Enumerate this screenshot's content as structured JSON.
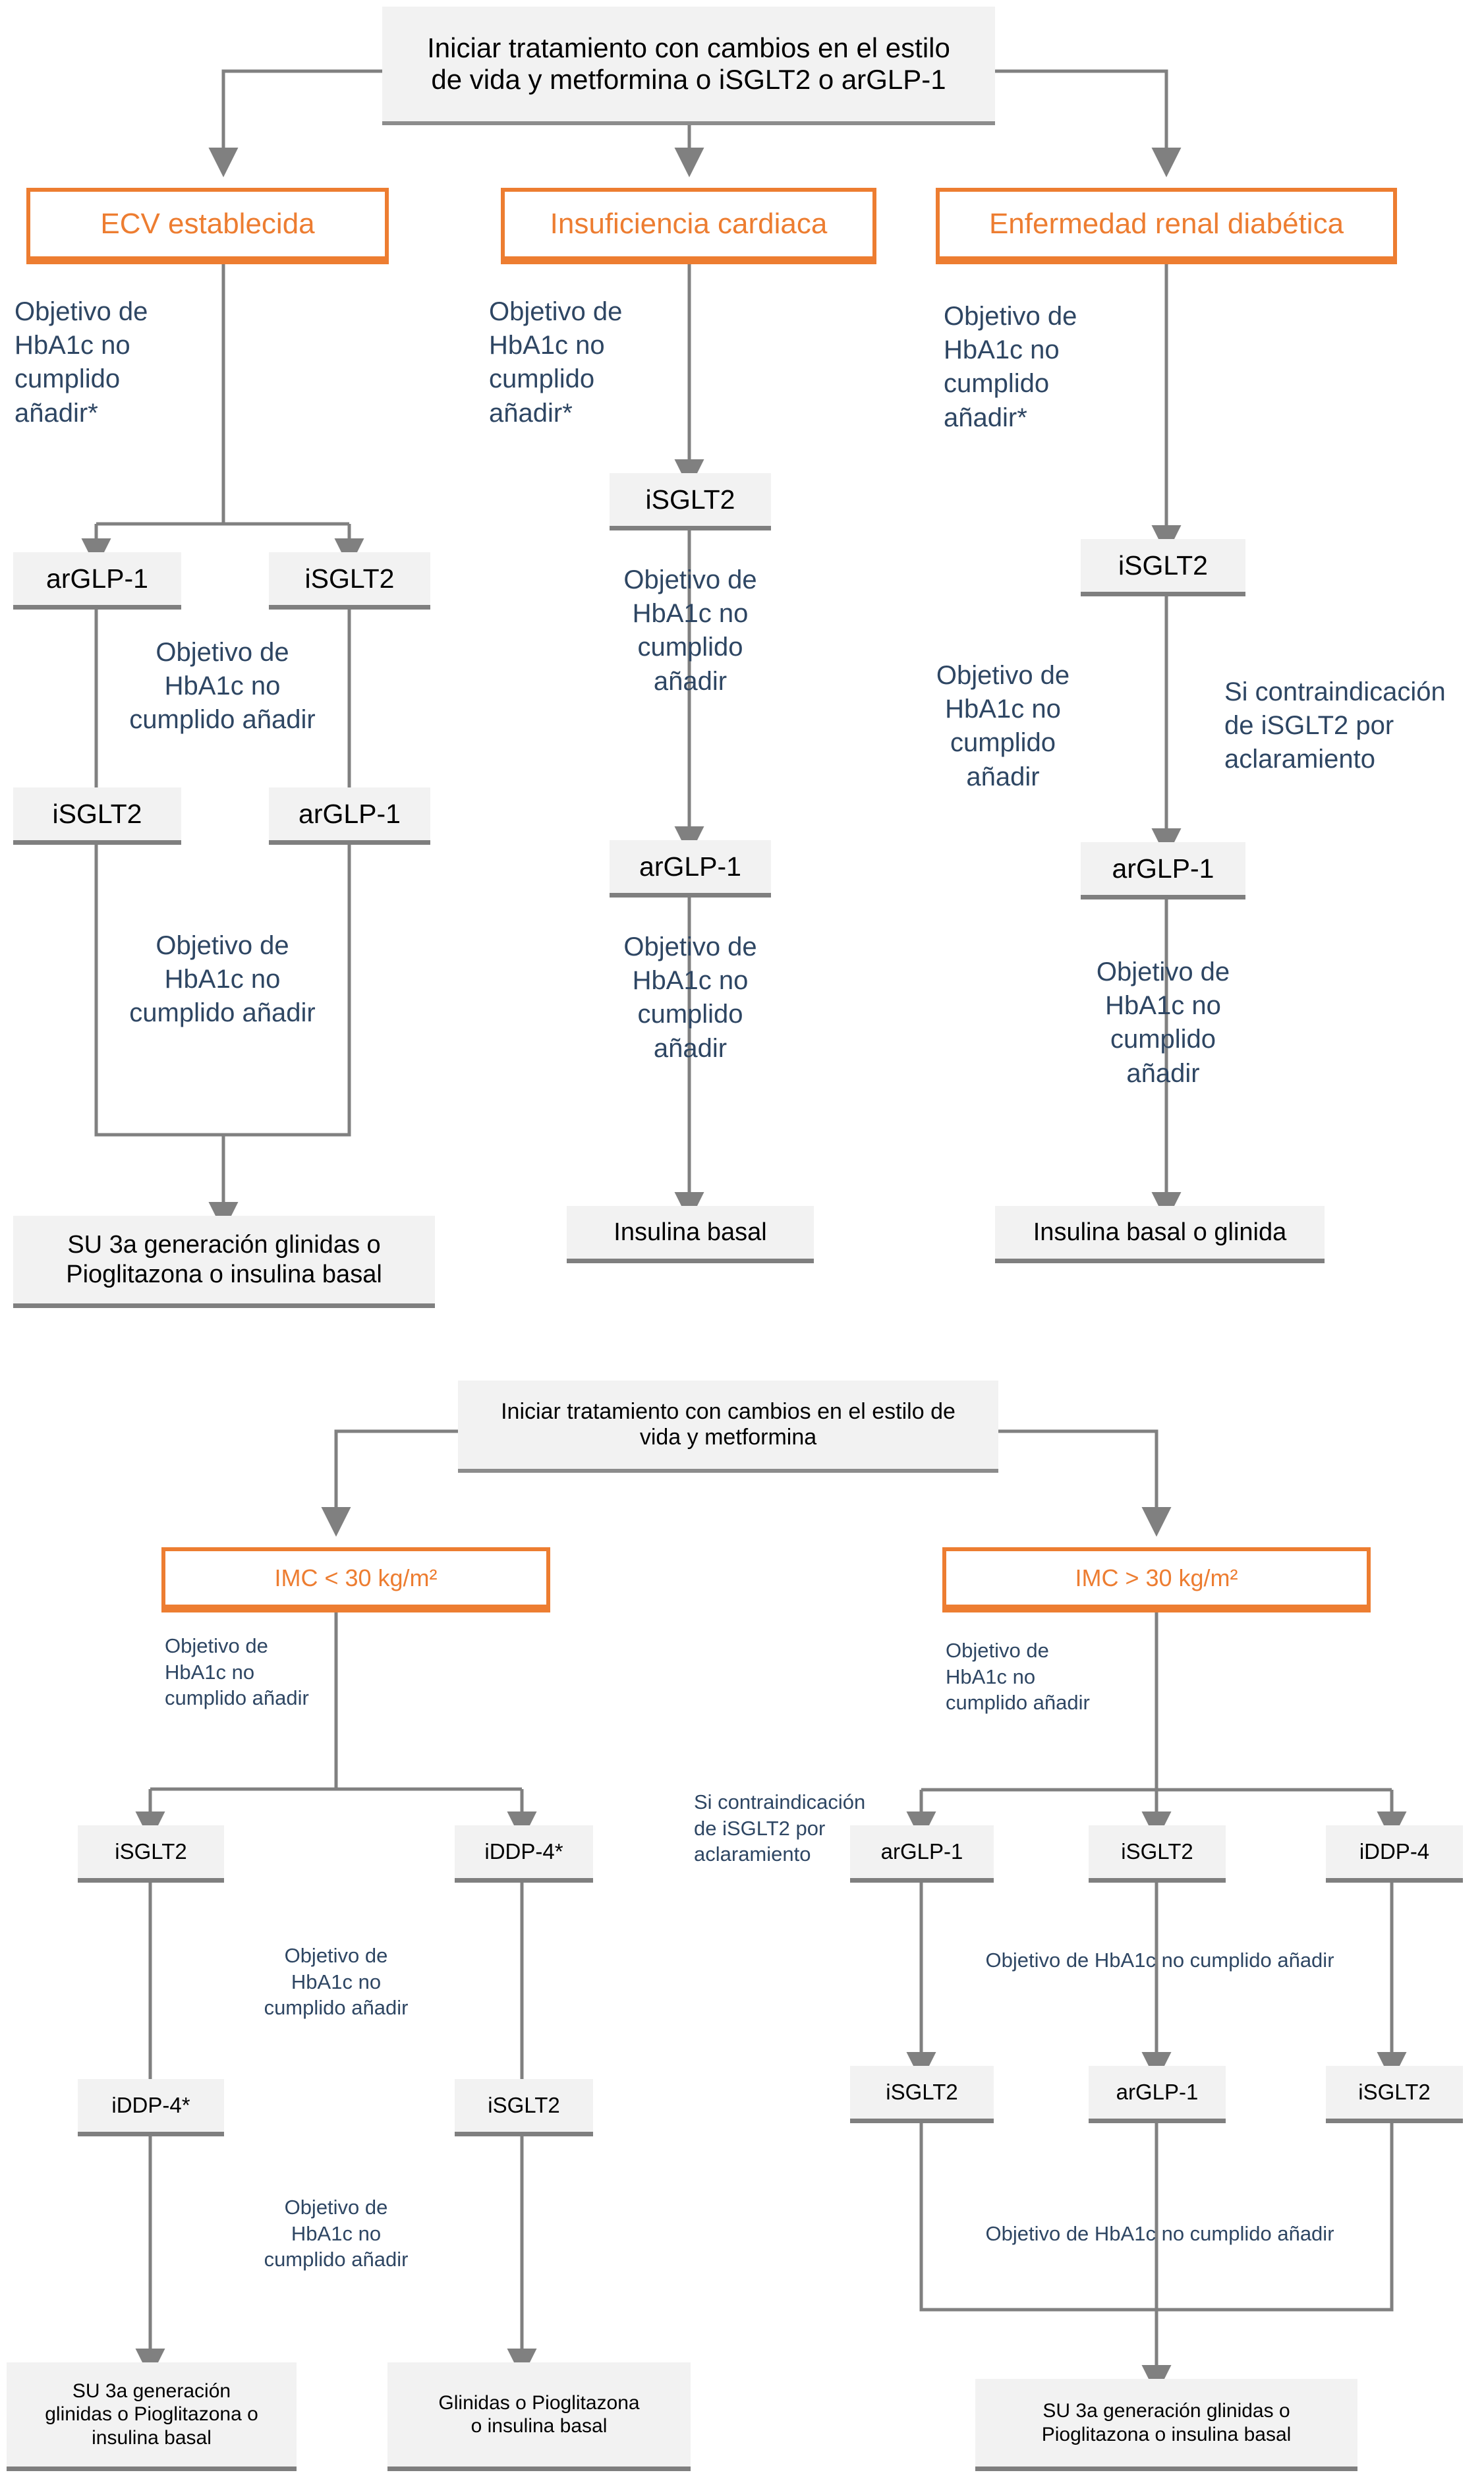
{
  "colors": {
    "accent_orange": "#ED7D31",
    "box_fill": "#f2f2f2",
    "box_shadow": "#7f7f7f",
    "connector": "#808080",
    "label_text": "#2E4663",
    "node_text": "#000000"
  },
  "diagram_top": {
    "root": "Iniciar tratamiento con cambios en el estilo\nde vida y metformina o  iSGLT2 o arGLP-1",
    "branches": [
      {
        "condition": "ECV establecida",
        "first_label": "Objetivo de\nHbA1c no\ncumplido\nañadir*",
        "option_a": "arGLP-1",
        "option_b": "iSGLT2",
        "second_label": "Objetivo de\nHbA1c no\ncumplido añadir",
        "swap_a": "iSGLT2",
        "swap_b": "arGLP-1",
        "third_label": "Objetivo de\nHbA1c no\ncumplido añadir",
        "final": "SU 3a generación glinidas o\nPioglitazona o insulina basal"
      },
      {
        "condition": "Insuficiencia cardiaca",
        "first_label": "Objetivo de\nHbA1c no\ncumplido\nañadir*",
        "step1": "iSGLT2",
        "second_label": "Objetivo de\nHbA1c no\ncumplido\nañadir",
        "step2": "arGLP-1",
        "third_label": "Objetivo de\nHbA1c no\ncumplido\nañadir",
        "final": "Insulina basal"
      },
      {
        "condition": "Enfermedad renal diabética",
        "first_label": "Objetivo de\nHbA1c no\ncumplido\nañadir*",
        "step1": "iSGLT2",
        "second_label": "Objetivo de\nHbA1c no\ncumplido\nañadir",
        "side_note": "Si contraindicación\nde iSGLT2 por\naclaramiento",
        "step2": "arGLP-1",
        "third_label": "Objetivo de\nHbA1c no\ncumplido\nañadir",
        "final": "Insulina basal o glinida"
      }
    ]
  },
  "diagram_bottom": {
    "root": "Iniciar tratamiento con cambios en el estilo de\nvida y metformina",
    "left": {
      "condition": "IMC < 30 kg/m²",
      "first_label": "Objetivo de\nHbA1c no\ncumplido añadir",
      "option_a": "iSGLT2",
      "option_b": "iDDP-4*",
      "second_label": "Objetivo de\nHbA1c no\ncumplido añadir",
      "swap_a": "iDDP-4*",
      "swap_b": "iSGLT2",
      "third_label": "Objetivo de\nHbA1c no\ncumplido añadir",
      "final_a": "SU 3a generación\nglinidas o Pioglitazona o\ninsulina basal",
      "final_b": "Glinidas o Pioglitazona\no insulina basal"
    },
    "right": {
      "condition": "IMC > 30 kg/m²",
      "first_label": "Objetivo de\nHbA1c no\ncumplido añadir",
      "side_note": "Si contraindicación\nde iSGLT2 por\naclaramiento",
      "option_a": "arGLP-1",
      "option_b": "iSGLT2",
      "option_c": "iDDP-4",
      "second_label": "Objetivo de HbA1c no cumplido añadir",
      "swap_a": "iSGLT2",
      "swap_b": "arGLP-1",
      "swap_c": "iSGLT2",
      "third_label": "Objetivo de HbA1c no cumplido añadir",
      "final": "SU 3a generación glinidas o\nPioglitazona o insulina basal"
    }
  }
}
